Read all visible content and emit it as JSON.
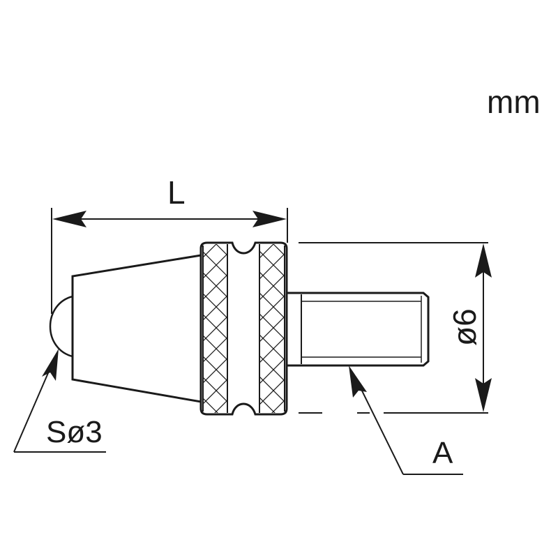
{
  "drawing": {
    "unit_label": "mm",
    "length_label": "L",
    "diameter_label": "ø6",
    "ball_label": "Sø3",
    "thread_label": "A"
  }
}
